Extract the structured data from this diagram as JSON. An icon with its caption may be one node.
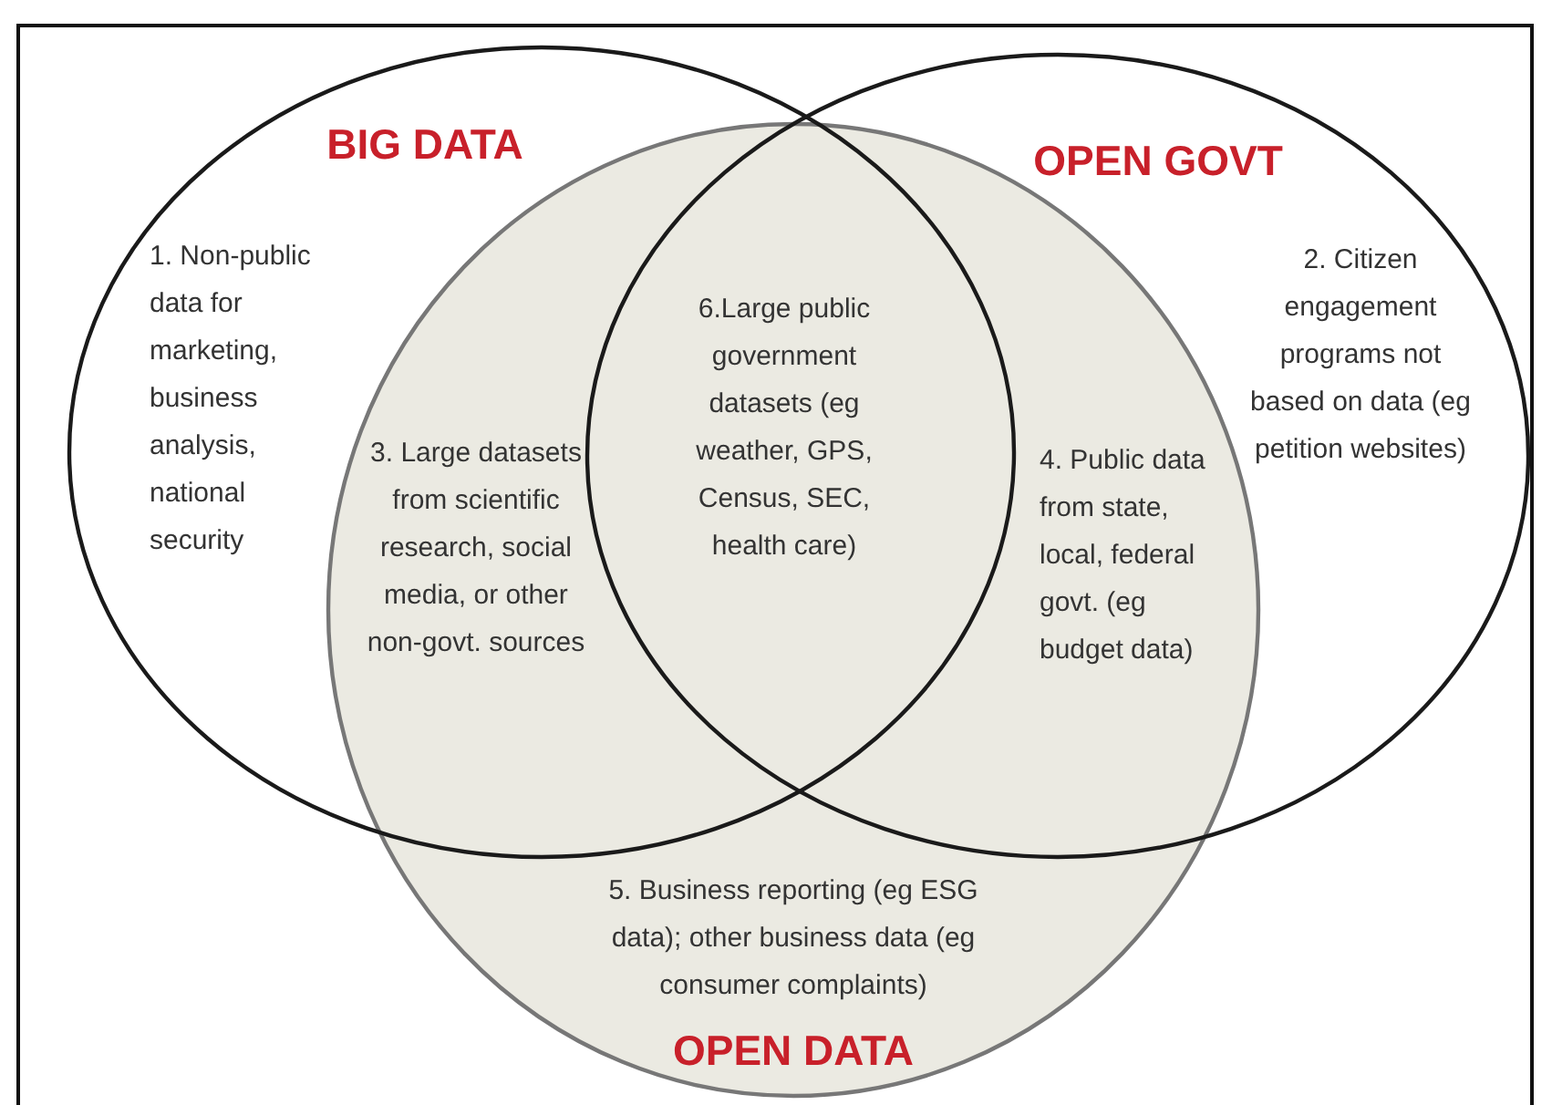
{
  "diagram": {
    "nodes": [
      {
        "text": [
          "BIG DATA"
        ]
      },
      {
        "text": [
          "OPEN GOVT"
        ]
      },
      {
        "text": [
          "OPEN DATA"
        ]
      }
    ],
    "labels": [
      "1. Non-public data for marketing, business analysis, national security",
      "2. Citizen engagement programs not based on data (eg petition websites)",
      "6.Large public government datasets (eg weather, GPS, Census, SEC, health care)",
      "3. Large datasets from scientific research, social media, or other non-govt. sources",
      "4. Public data from state, local, federal govt. (eg budget data)",
      "5. Business reporting (eg ESG data); other business data (eg consumer complaints)"
    ]
  }
}
